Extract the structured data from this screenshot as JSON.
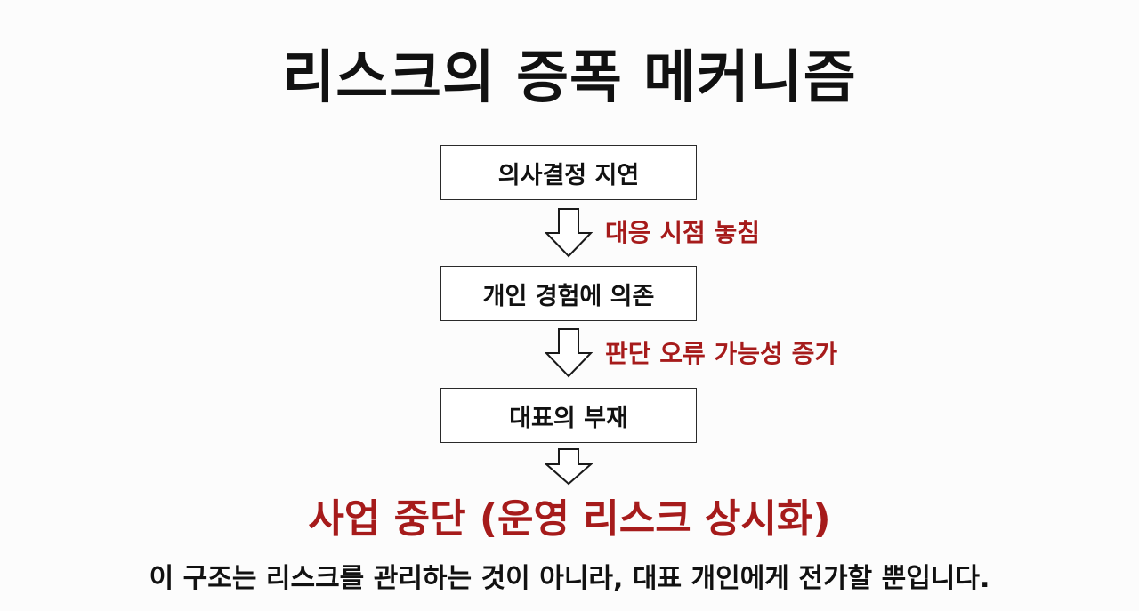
{
  "title": "리스크의 증폭 메커니즘",
  "flow": {
    "steps": [
      "의사결정 지연",
      "개인 경험에 의존",
      "대표의 부재"
    ],
    "arrow_labels": [
      "대응 시점 놓침",
      "판단 오류 가능성 증가"
    ],
    "result": "사업 중단 (운영 리스크 상시화)"
  },
  "conclusion": "이 구조는 리스크를 관리하는 것이 아니라, 대표 개인에게 전가할 뿐입니다.",
  "colors": {
    "accent_red": "#a61b1b",
    "text": "#111111",
    "background": "#fcfcfc"
  },
  "icons": [
    "down-arrow-icon",
    "down-arrow-icon",
    "down-arrow-icon"
  ]
}
